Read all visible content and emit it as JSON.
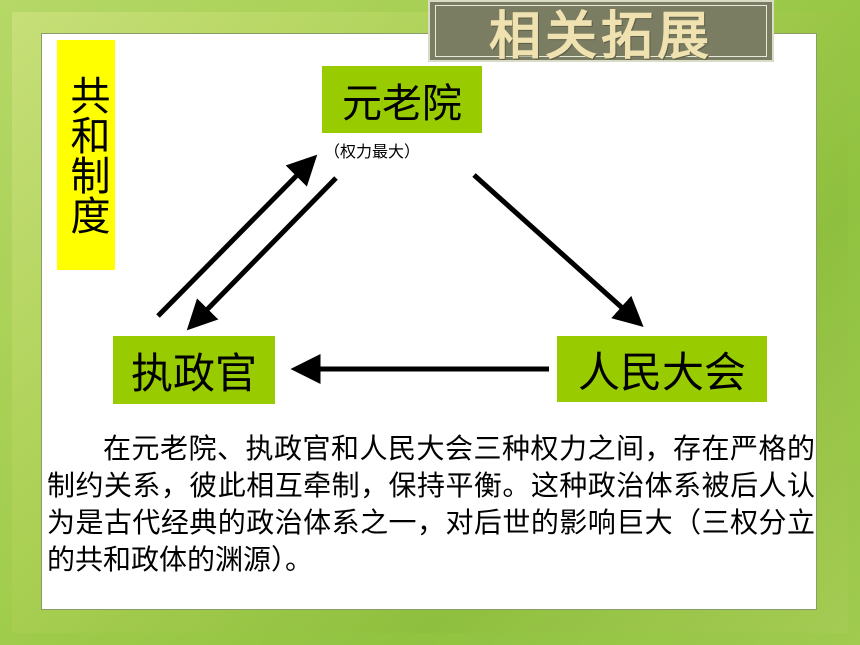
{
  "header": {
    "title": "相关拓展"
  },
  "side_label": "共和制度",
  "nodes": {
    "senate": "元老院",
    "senate_note": "（权力最大）",
    "consul": "执政官",
    "assembly": "人民大会"
  },
  "paragraph": "在元老院、执政官和人民大会三种权力之间，存在严格的制约关系，彼此相互牵制，保持平衡。这种政治体系被后人认为是古代经典的政治体系之一，对后世的影响巨大（三权分立的共和政体的渊源）。"
}
